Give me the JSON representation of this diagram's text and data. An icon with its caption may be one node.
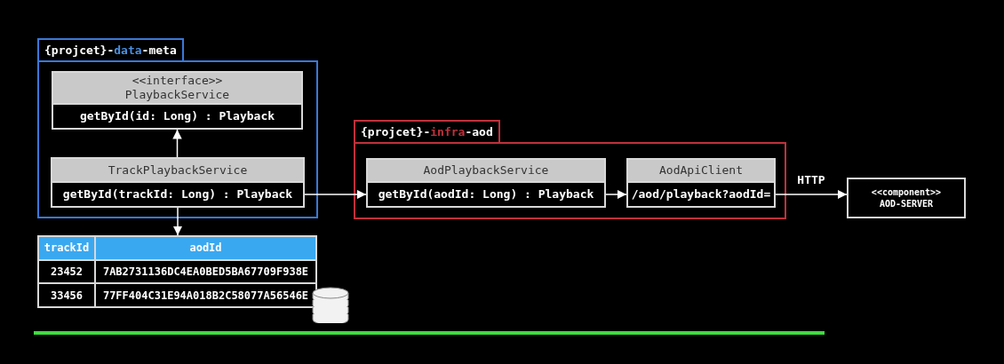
{
  "diagram": {
    "nodes": [
      {
        "text": [
          "{projcet}-**data**-meta"
        ]
      },
      {
        "text": [
          "<<interface>> PlaybackService",
          "getById(id: Long) : Playback"
        ],
        "in": 0
      },
      {
        "text": [
          "TrackPlaybackService",
          "getById(trackId: Long) : Playback"
        ],
        "in": 0
      },
      {
        "text": [
          "trackId",
          "aodId",
          "23452",
          "7AB2731136DC4EA0BED5BA67709F938E",
          "33456",
          "77FF404C31E94A018B2C58077A56546E"
        ]
      },
      {
        "text": [
          "{projcet}-**infra**-aod"
        ]
      },
      {
        "text": [
          "AodPlaybackService",
          "getById(aodId: Long) : Playback"
        ],
        "in": 4
      },
      {
        "text": [
          "AodApiClient",
          "/aod/playback?aodId="
        ],
        "in": 4
      },
      {
        "text": [
          "<<component>> AOD-SERVER"
        ]
      }
    ],
    "edges": [
      {
        "from": 2,
        "to": 1,
        "arrow": "to"
      },
      {
        "from": 2,
        "to": 3,
        "arrow": "to"
      },
      {
        "from": 2,
        "to": 5,
        "arrow": "to"
      },
      {
        "from": 5,
        "to": 6,
        "arrow": "to"
      },
      {
        "from": 6,
        "to": 7,
        "arrow": "to",
        "label": "HTTP"
      }
    ]
  }
}
